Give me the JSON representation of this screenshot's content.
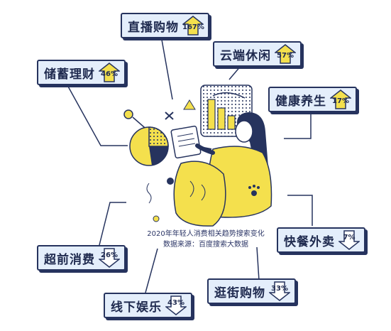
{
  "colors": {
    "accent": "#f4e04d",
    "navy": "#26335e",
    "card_bg": "#e4eefb"
  },
  "caption": {
    "line1": "2020年年轻人消费相关趋势搜索变化",
    "line2": "数据来源：百度搜索大数据"
  },
  "trends": [
    {
      "label": "直播购物",
      "value": "167",
      "suffix": "%",
      "direction": "up"
    },
    {
      "label": "云端休闲",
      "value": "57",
      "suffix": "%",
      "direction": "up"
    },
    {
      "label": "储蓄理财",
      "value": "46",
      "suffix": "%",
      "direction": "up"
    },
    {
      "label": "健康养生",
      "value": "17",
      "suffix": "%",
      "direction": "up"
    },
    {
      "label": "快餐外卖",
      "value": "7",
      "suffix": "%",
      "direction": "down"
    },
    {
      "label": "超前消费",
      "value": "26",
      "suffix": "%",
      "direction": "down"
    },
    {
      "label": "逛街购物",
      "value": "33",
      "suffix": "%",
      "direction": "down"
    },
    {
      "label": "线下娱乐",
      "value": "43",
      "suffix": "%",
      "direction": "down"
    }
  ]
}
